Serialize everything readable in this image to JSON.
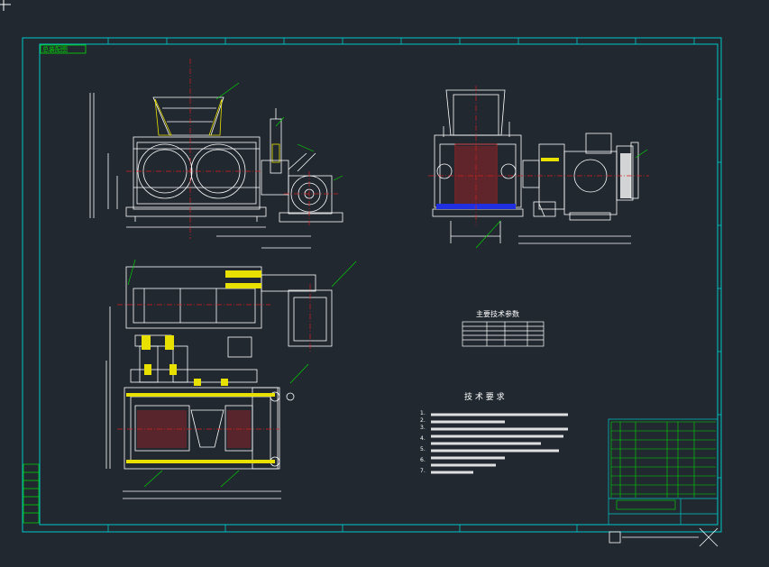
{
  "title_tag": "总装配图",
  "params_table": {
    "title": "主要技术参数"
  },
  "tech_requirements": {
    "title": "技 术 要 求",
    "numbers": [
      "1.",
      "2.",
      "3.",
      "4.",
      "5.",
      "6.",
      "7."
    ]
  },
  "colors": {
    "background": "#212830",
    "frame": "#00c8c8",
    "drawing": "#ffffff",
    "centerline": "#d42020",
    "highlight": "#e8e000",
    "accent_blue": "#2030e0",
    "dimension": "#00e000"
  }
}
